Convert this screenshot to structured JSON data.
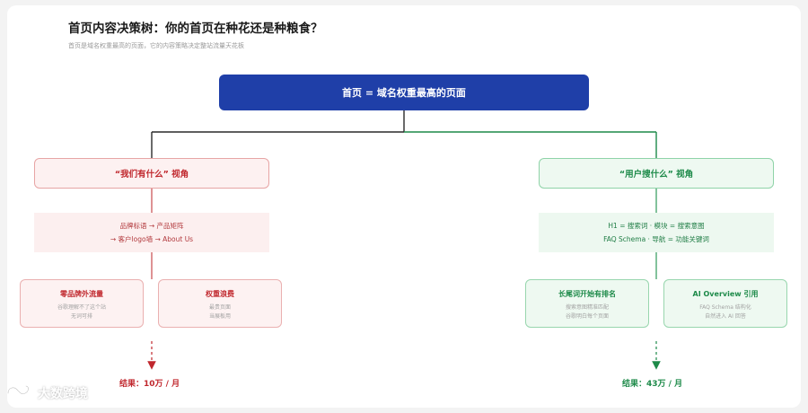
{
  "header": {
    "title": "首页内容决策树：你的首页在种花还是种粮食？",
    "subtitle": "首页是域名权重最高的页面，它的内容策略决定整站流量天花板"
  },
  "root": {
    "label": "首页 = 域名权重最高的页面"
  },
  "left": {
    "perspective": "“我们有什么” 视角",
    "info_lines": [
      "品牌标语 → 产品矩阵",
      "→ 客户logo墙 → About Us"
    ],
    "leaves": [
      {
        "title": "零品牌外流量",
        "lines": [
          "谷歌理解不了这个站",
          "无词可排"
        ]
      },
      {
        "title": "权重浪费",
        "lines": [
          "最贵页面",
          "当展板用"
        ]
      }
    ],
    "result": "结果：10万 / 月"
  },
  "right": {
    "perspective": "“用户搜什么” 视角",
    "info_lines": [
      "H1 = 搜索词 · 模块 = 搜索意图",
      "FAQ Schema · 导航 = 功能关键词"
    ],
    "leaves": [
      {
        "title": "长尾词开始有排名",
        "lines": [
          "搜索意图精准匹配",
          "谷歌明白每个页面"
        ]
      },
      {
        "title": "AI Overview 引用",
        "lines": [
          "FAQ Schema 结构化",
          "自然进入 AI 回答"
        ]
      }
    ],
    "result": "结果：43万 / 月"
  },
  "watermark": {
    "text": "大数跨境"
  },
  "colors": {
    "root": "#1f3fa8",
    "left_accent": "#c0272d",
    "right_accent": "#1d8a49"
  }
}
